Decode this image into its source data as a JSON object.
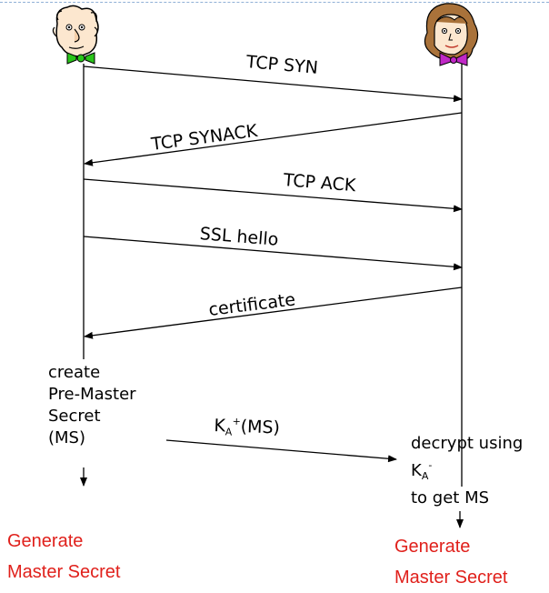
{
  "messages": {
    "tcp_syn": "TCP SYN",
    "tcp_synack": "TCP SYNACK",
    "tcp_ack": "TCP ACK",
    "ssl_hello": "SSL hello",
    "certificate": "certificate",
    "ka_base": "K",
    "ka_sub": "A",
    "ka_sup": "+",
    "ka_tail": "(MS)"
  },
  "left_notes": {
    "line1": "create",
    "line2": "Pre-Master",
    "line3": "Secret",
    "line4": "(MS)",
    "generate_1": "Generate",
    "generate_2": "Master Secret"
  },
  "right_notes": {
    "line1": "decrypt using",
    "key_base": "K",
    "key_sub": "A",
    "key_sup": "-",
    "line3": "to get MS",
    "generate_1": "Generate",
    "generate_2": "Master Secret"
  },
  "colors": {
    "result_text": "#e0201b",
    "line": "#000000",
    "top_rule": "#8fb0d6"
  },
  "icons": {
    "client": "man-face-icon",
    "server": "woman-face-icon"
  }
}
